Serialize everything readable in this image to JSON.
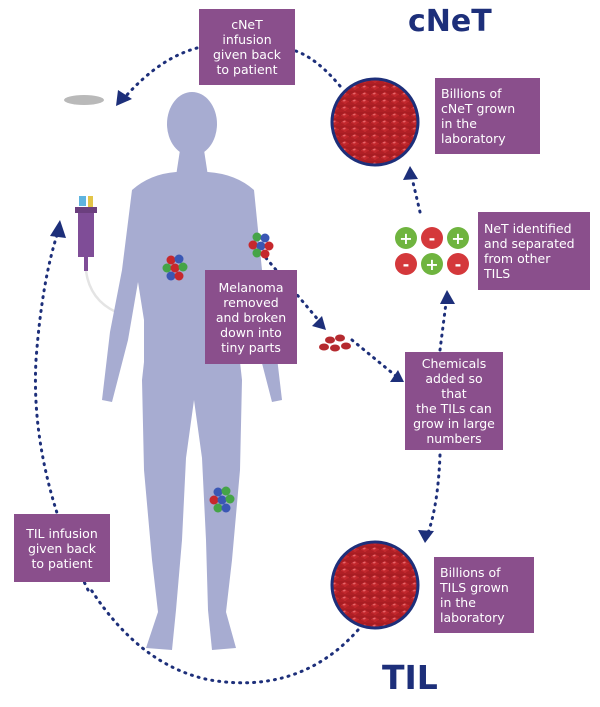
{
  "headings": {
    "cnet": "cNeT",
    "til": "TIL"
  },
  "boxes": {
    "cnet_infusion": "cNeT\ninfusion\ngiven back\nto patient",
    "billions_cnet": "Billions of\ncNeT grown\nin the\nlaboratory",
    "net_identified": "NeT identified\nand separated\nfrom other\nTILS",
    "melanoma_removed": "Melanoma\nremoved\nand broken\ndown into\ntiny parts",
    "chemicals_added": "Chemicals\nadded so that\nthe TILs can\ngrow in large\nnumbers",
    "billions_tils": "Billions of\nTILS grown\nin the\nlaboratory",
    "til_infusion": "TIL infusion\ngiven back\nto patient"
  },
  "signs": {
    "plus": "+",
    "minus": "-"
  },
  "colors": {
    "box_purple": "#8a4f8c",
    "heading_navy": "#1d2f7a",
    "body_lavender": "#a7acd1",
    "cell_red": "#b52a2f",
    "arrow_navy": "#1d2f7a",
    "plus_green": "#6fb43f",
    "minus_red": "#d4383b"
  }
}
